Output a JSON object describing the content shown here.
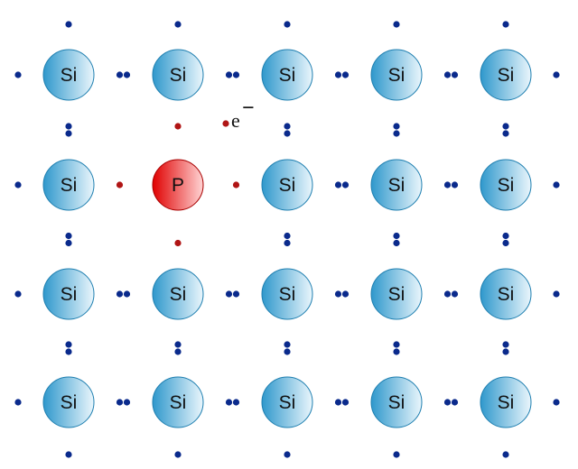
{
  "lattice": {
    "rows": [
      [
        "Si",
        "Si",
        "Si",
        "Si",
        "Si"
      ],
      [
        "Si",
        "P",
        "Si",
        "Si",
        "Si"
      ],
      [
        "Si",
        "Si",
        "Si",
        "Si",
        "Si"
      ],
      [
        "Si",
        "Si",
        "Si",
        "Si",
        "Si"
      ]
    ],
    "free_electron_label": "e",
    "free_electron_sign": "−"
  },
  "colors": {
    "silicon_light": "#eaf6fc",
    "silicon_dark": "#2f98cc",
    "silicon_outline": "#1f7fb0",
    "dopant_light": "#ffd4d4",
    "dopant_dark": "#e00000",
    "dopant_outline": "#a80000",
    "valence_electron": "#0a2a8c",
    "donor_electron": "#b01515",
    "label": "#111111"
  }
}
